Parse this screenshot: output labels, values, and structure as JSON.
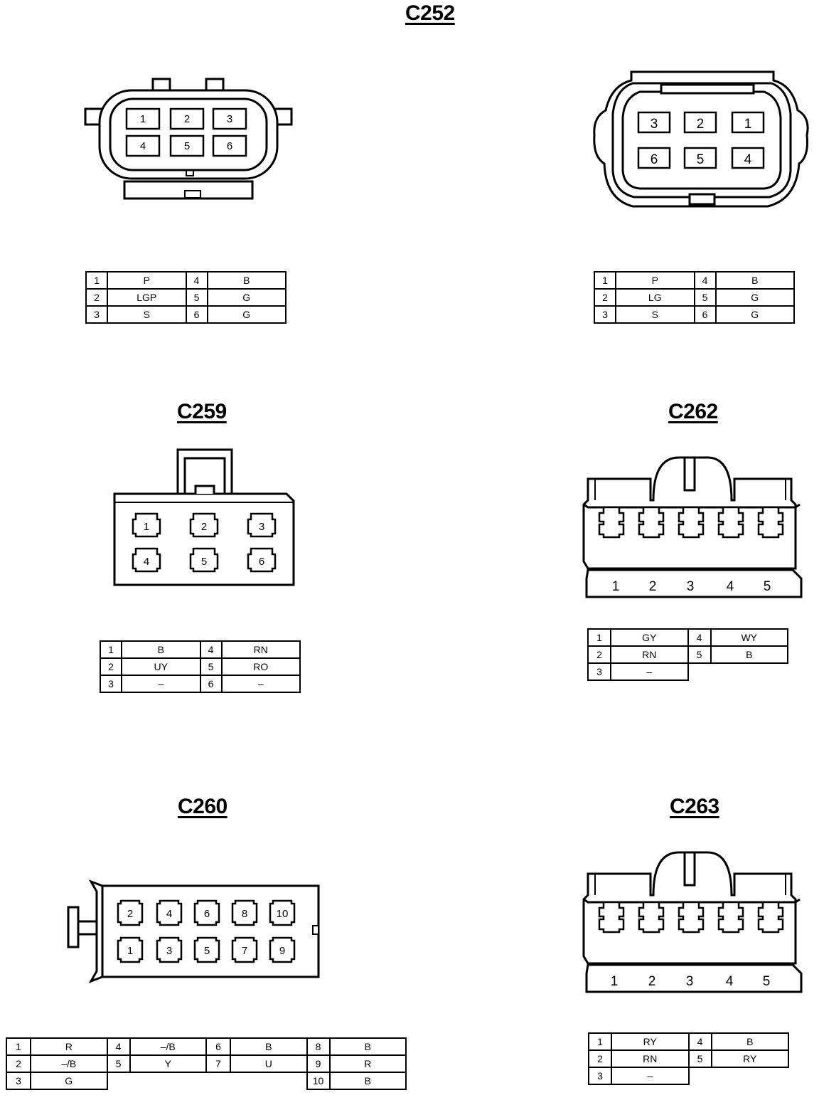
{
  "titles": {
    "c252": "C252",
    "c259": "C259",
    "c262": "C262",
    "c260": "C260",
    "c263": "C263"
  },
  "pin_labels": {
    "c252_male": [
      "1",
      "2",
      "3",
      "4",
      "5",
      "6"
    ],
    "c252_female": [
      "3",
      "2",
      "1",
      "6",
      "5",
      "4"
    ],
    "c259": [
      "1",
      "2",
      "3",
      "4",
      "5",
      "6"
    ],
    "c262": [
      "1",
      "2",
      "3",
      "4",
      "5"
    ],
    "c260_top": [
      "2",
      "4",
      "6",
      "8",
      "10"
    ],
    "c260_bottom": [
      "1",
      "3",
      "5",
      "7",
      "9"
    ],
    "c263": [
      "1",
      "2",
      "3",
      "4",
      "5"
    ]
  },
  "tables": {
    "c252_left": {
      "rows": [
        {
          "pa": "1",
          "ca": "P",
          "pb": "4",
          "cb": "B"
        },
        {
          "pa": "2",
          "ca": "LGP",
          "pb": "5",
          "cb": "G"
        },
        {
          "pa": "3",
          "ca": "S",
          "pb": "6",
          "cb": "G"
        }
      ]
    },
    "c252_right": {
      "rows": [
        {
          "pa": "1",
          "ca": "P",
          "pb": "4",
          "cb": "B"
        },
        {
          "pa": "2",
          "ca": "LG",
          "pb": "5",
          "cb": "G"
        },
        {
          "pa": "3",
          "ca": "S",
          "pb": "6",
          "cb": "G"
        }
      ]
    },
    "c259": {
      "rows": [
        {
          "pa": "1",
          "ca": "B",
          "pb": "4",
          "cb": "RN"
        },
        {
          "pa": "2",
          "ca": "UY",
          "pb": "5",
          "cb": "RO"
        },
        {
          "pa": "3",
          "ca": "–",
          "pb": "6",
          "cb": "–"
        }
      ]
    },
    "c262": {
      "rows": [
        {
          "pa": "1",
          "ca": "GY",
          "pb": "4",
          "cb": "WY"
        },
        {
          "pa": "2",
          "ca": "RN",
          "pb": "5",
          "cb": "B"
        },
        {
          "pa": "3",
          "ca": "–"
        }
      ]
    },
    "c260": {
      "rows": [
        {
          "p1": "1",
          "c1": "R",
          "p2": "4",
          "c2": "–/B",
          "p3": "6",
          "c3": "B",
          "p4": "8",
          "c4": "B"
        },
        {
          "p1": "2",
          "c1": "–/B",
          "p2": "5",
          "c2": "Y",
          "p3": "7",
          "c3": "U",
          "p4": "9",
          "c4": "R"
        },
        {
          "p1": "3",
          "c1": "G",
          "p4": "10",
          "c4": "B"
        }
      ]
    },
    "c263": {
      "rows": [
        {
          "pa": "1",
          "ca": "RY",
          "pb": "4",
          "cb": "B"
        },
        {
          "pa": "2",
          "ca": "RN",
          "pb": "5",
          "cb": "RY"
        },
        {
          "pa": "3",
          "ca": "–"
        }
      ]
    }
  }
}
